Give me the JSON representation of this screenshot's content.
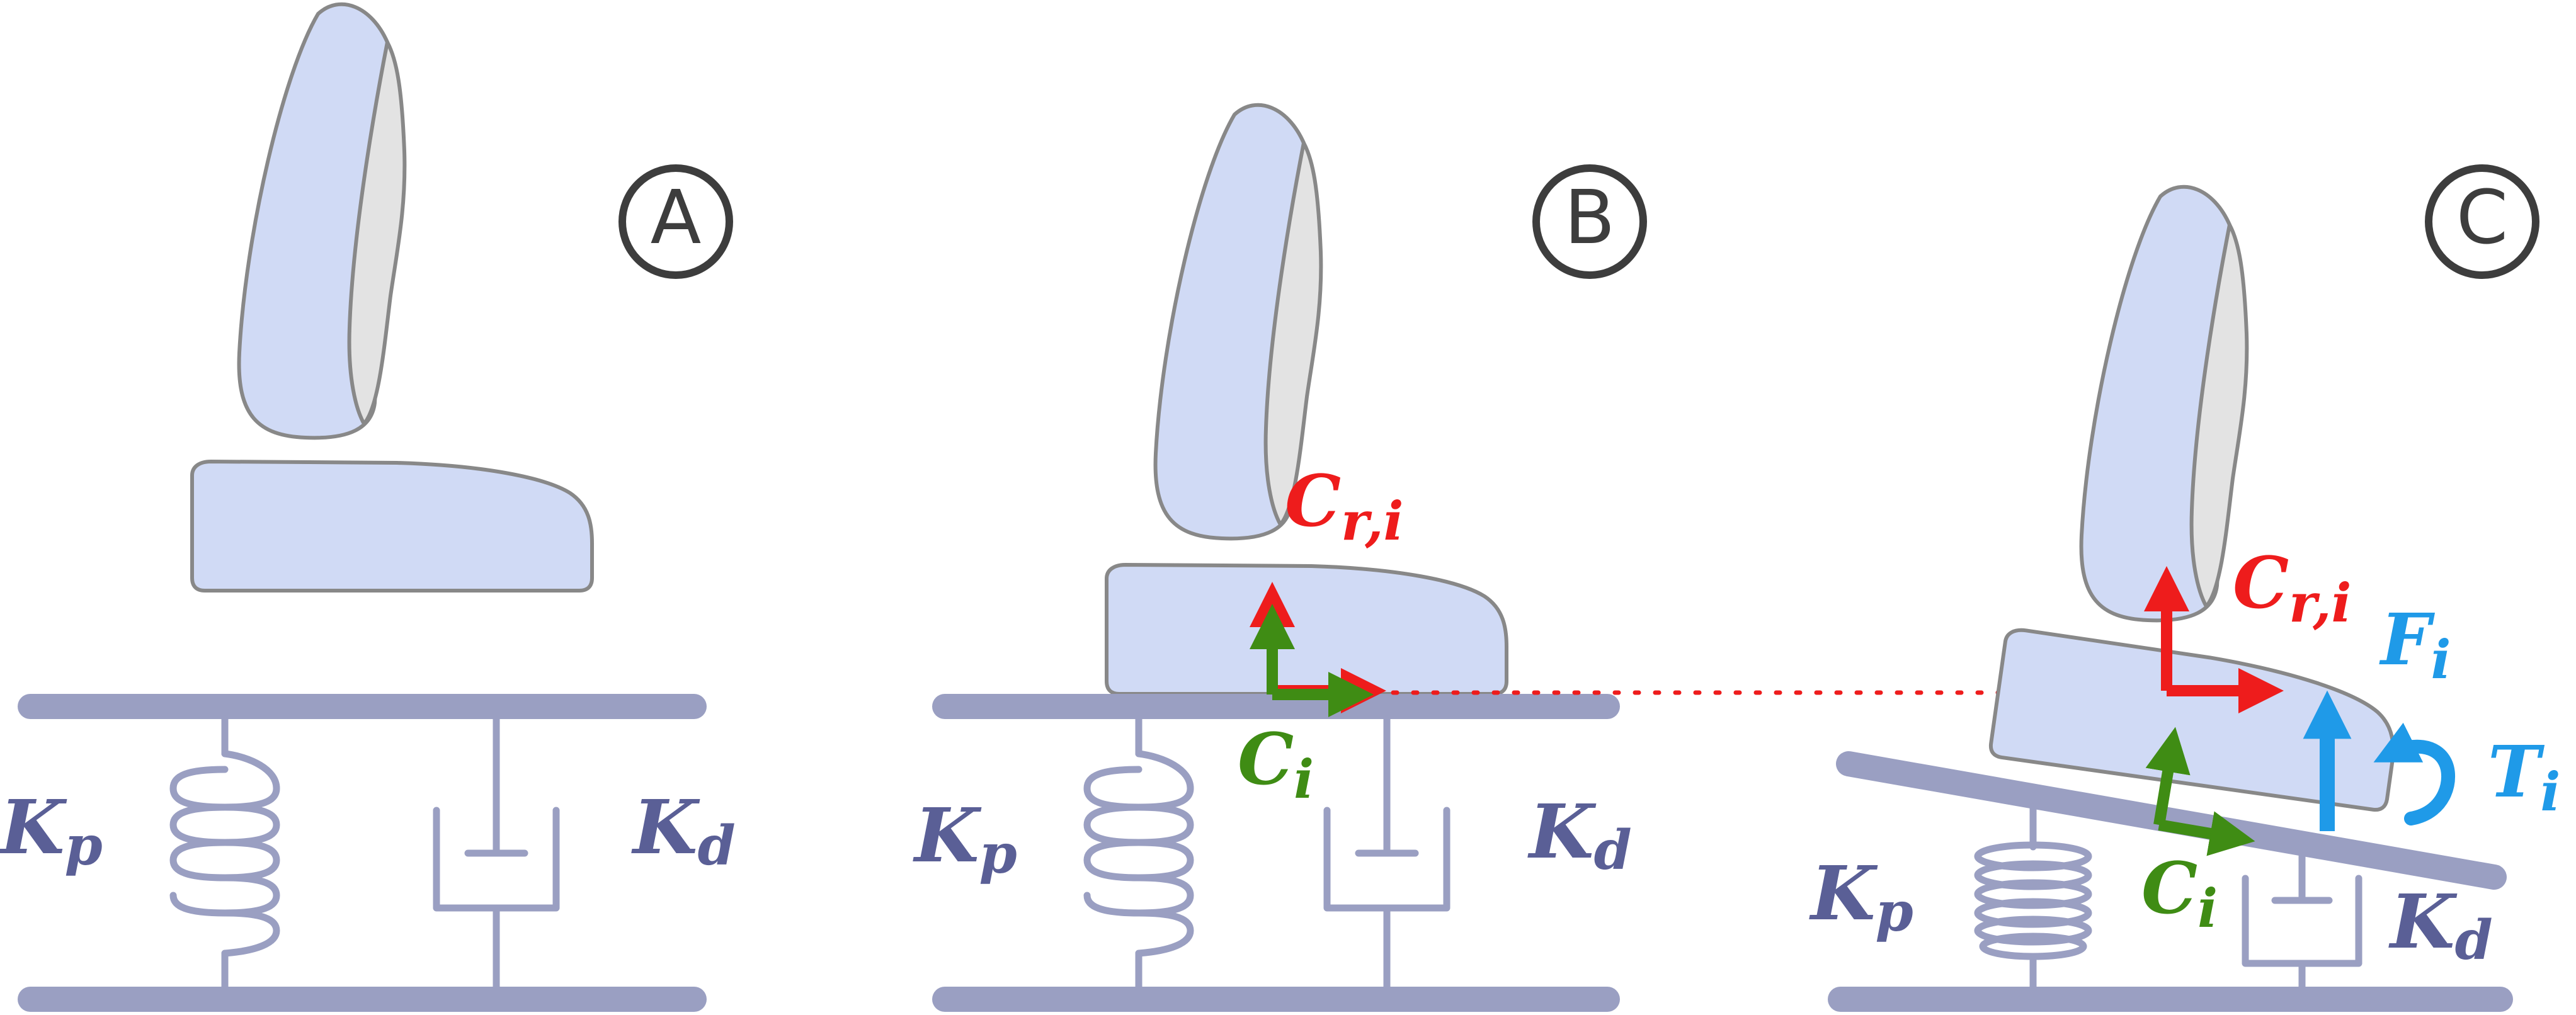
{
  "panels": {
    "a": {
      "letter": "A",
      "kp_main": "K",
      "kp_sub": "p",
      "kd_main": "K",
      "kd_sub": "d"
    },
    "b": {
      "letter": "B",
      "kp_main": "K",
      "kp_sub": "p",
      "kd_main": "K",
      "kd_sub": "d",
      "cri_main": "C",
      "cri_sub": "r,i",
      "ci_main": "C",
      "ci_sub": "i"
    },
    "c": {
      "letter": "C",
      "kp_main": "K",
      "kp_sub": "p",
      "kd_main": "K",
      "kd_sub": "d",
      "cri_main": "C",
      "cri_sub": "r,i",
      "ci_main": "C",
      "ci_sub": "i",
      "fi_main": "F",
      "fi_sub": "i",
      "ti_main": "T",
      "ti_sub": "i"
    }
  },
  "colors": {
    "seat_fill": "#d0daf5",
    "seat_stroke": "#888888",
    "side_fill": "#e3e3e3",
    "mech": "#9a9fc2",
    "label_mech": "#5a5f96",
    "red": "#ee1c1c",
    "green": "#3f8c14",
    "blue": "#1f9ae8",
    "circle": "#3d3d3d"
  }
}
